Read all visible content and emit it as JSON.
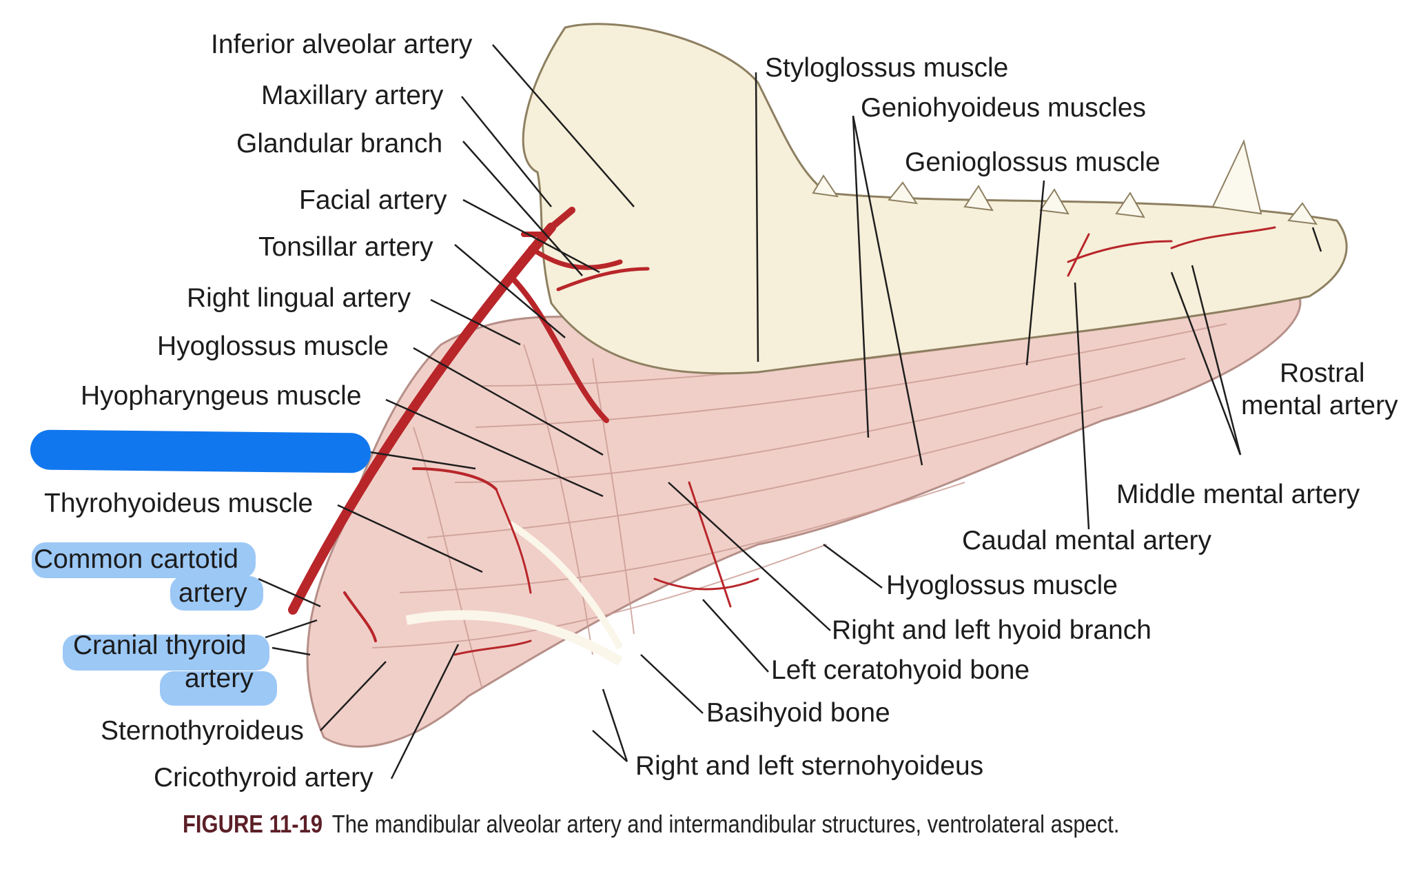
{
  "labels": {
    "inferior_alveolar_artery": "Inferior alveolar artery",
    "maxillary_artery": "Maxillary artery",
    "glandular_branch": "Glandular branch",
    "facial_artery": "Facial artery",
    "tonsillar_artery": "Tonsillar artery",
    "right_lingual_artery": "Right lingual artery",
    "hyoglossus_muscle_left": "Hyoglossus muscle",
    "hyopharyngeus_muscle": "Hyopharyngeus muscle",
    "thyrohyoideus_muscle": "Thyrohyoideus muscle",
    "common_carotid_line1": "Common cartotid",
    "common_carotid_line2": "artery",
    "cranial_thyroid_line1": "Cranial thyroid",
    "cranial_thyroid_line2": "artery",
    "sternothyroideus": "Sternothyroideus",
    "cricothyroid_artery": "Cricothyroid artery",
    "styloglossus_muscle": "Styloglossus muscle",
    "geniohyoideus_muscles": "Geniohyoideus muscles",
    "genioglossus_muscle": "Genioglossus muscle",
    "rostral_line1": "Rostral",
    "rostral_line2": "mental artery",
    "middle_mental_artery": "Middle mental artery",
    "caudal_mental_artery": "Caudal mental artery",
    "hyoglossus_muscle_right": "Hyoglossus muscle",
    "right_left_hyoid_branch": "Right and left hyoid branch",
    "left_ceratohyoid_bone": "Left ceratohyoid bone",
    "basihyoid_bone": "Basihyoid bone",
    "right_left_sternohyoideus": "Right and left sternohyoideus"
  },
  "caption": {
    "number": "FIGURE 11-19",
    "text": "The mandibular alveolar artery and intermandibular structures, ventrolateral aspect."
  },
  "colors": {
    "artery": "#b8262a",
    "muscle": "#f0cfc8",
    "bone": "#f6efd9",
    "highlight": "#9cc8f6",
    "redaction": "#1177ee"
  }
}
